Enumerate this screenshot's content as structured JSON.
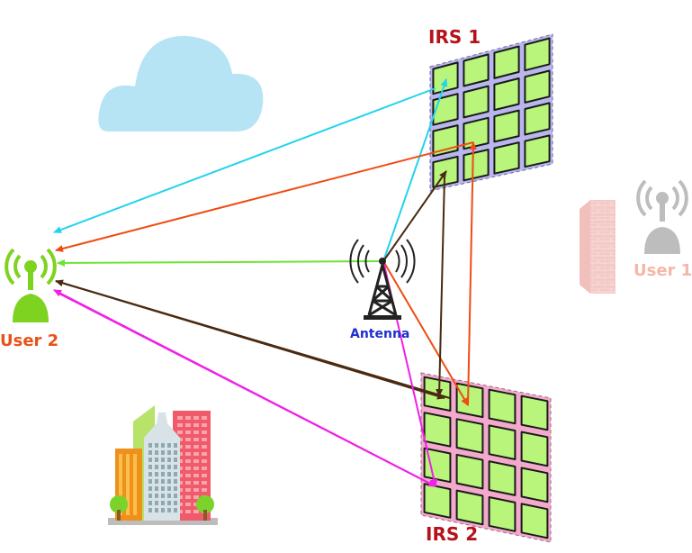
{
  "labels": {
    "irs1": "IRS 1",
    "irs2": "IRS 2",
    "user1": "User 1",
    "user2": "User 2",
    "antenna": "Antenna"
  },
  "colors": {
    "irs_label": "#b5121b",
    "user2": "#e8521a",
    "user1": "#f6b7a6",
    "antenna": "#1f2fd1",
    "cyan_path": "#22d3ee",
    "orange_path": "#ef4c12",
    "green_path": "#6ee335",
    "brown_path": "#4a2a10",
    "magenta_path": "#f020e6",
    "irs1_panel": "#b9b6ee",
    "irs2_panel": "#f3a9cc",
    "element": "#b8f57a"
  },
  "icons": [
    "cloud-icon",
    "wall-icon",
    "antenna-tower-icon",
    "user-antenna-icon",
    "city-buildings-icon"
  ]
}
